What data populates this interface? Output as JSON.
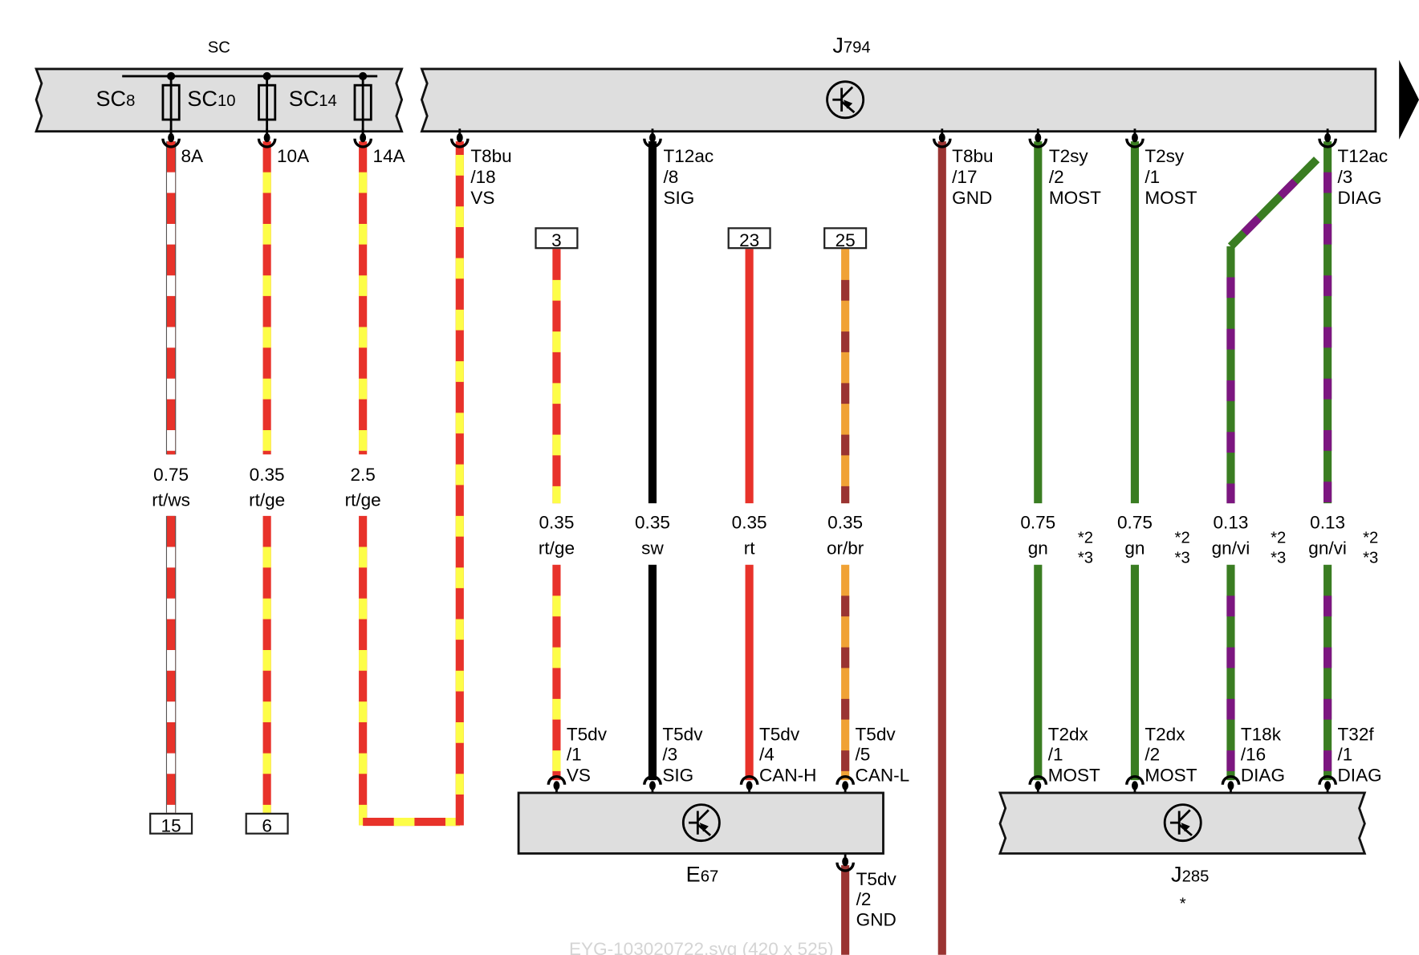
{
  "colors": {
    "rt": "#e8322a",
    "ge": "#fdfd48",
    "ws": "#ffffff",
    "sw": "#000000",
    "or": "#f0a236",
    "br": "#9a3432",
    "gn": "#3a7d22",
    "vi": "#7c1680",
    "box_fill": "#dedede"
  },
  "components": {
    "sc": {
      "title": "SC",
      "fuses": [
        {
          "prefix": "SC",
          "num": "8",
          "rating": "8A"
        },
        {
          "prefix": "SC",
          "num": "10",
          "rating": "10A"
        },
        {
          "prefix": "SC",
          "num": "14",
          "rating": "14A"
        }
      ]
    },
    "j794": {
      "prefix": "J",
      "num": "794"
    },
    "e67": {
      "prefix": "E",
      "num": "67"
    },
    "j285": {
      "prefix": "J",
      "num": "285",
      "note": "*"
    }
  },
  "wires": [
    {
      "id": "w1",
      "size": "0.75",
      "color": "rt/ws",
      "bottom_ref": "15"
    },
    {
      "id": "w2",
      "size": "0.35",
      "color": "rt/ge",
      "bottom_ref": "6"
    },
    {
      "id": "w3",
      "size": "2.5",
      "color": "rt/ge"
    },
    {
      "id": "w4",
      "top_pin": [
        "T8bu",
        "/18",
        "VS"
      ]
    },
    {
      "id": "w5",
      "size": "0.35",
      "color": "rt/ge",
      "top_ref": "3",
      "bottom_pin": [
        "T5dv",
        "/1",
        "VS"
      ]
    },
    {
      "id": "w6",
      "size": "0.35",
      "color": "sw",
      "top_pin": [
        "T12ac",
        "/8",
        "SIG"
      ],
      "bottom_pin": [
        "T5dv",
        "/3",
        "SIG"
      ]
    },
    {
      "id": "w7",
      "size": "0.35",
      "color": "rt",
      "top_ref": "23",
      "bottom_pin": [
        "T5dv",
        "/4",
        "CAN-H"
      ]
    },
    {
      "id": "w8",
      "size": "0.35",
      "color": "or/br",
      "top_ref": "25",
      "bottom_pin": [
        "T5dv",
        "/5",
        "CAN-L"
      ]
    },
    {
      "id": "w9",
      "top_pin": [
        "T8bu",
        "/17",
        "GND"
      ]
    },
    {
      "id": "w10",
      "size": "0.75",
      "color": "gn",
      "notes": [
        "*2",
        "*3"
      ],
      "top_pin": [
        "T2sy",
        "/2",
        "MOST"
      ],
      "bottom_pin": [
        "T2dx",
        "/1",
        "MOST"
      ]
    },
    {
      "id": "w11",
      "size": "0.75",
      "color": "gn",
      "notes": [
        "*2",
        "*3"
      ],
      "top_pin": [
        "T2sy",
        "/1",
        "MOST"
      ],
      "bottom_pin": [
        "T2dx",
        "/2",
        "MOST"
      ]
    },
    {
      "id": "w12",
      "size": "0.13",
      "color": "gn/vi",
      "notes": [
        "*2",
        "*3"
      ],
      "bottom_pin": [
        "T18k",
        "/16",
        "DIAG"
      ]
    },
    {
      "id": "w13",
      "size": "0.13",
      "color": "gn/vi",
      "notes": [
        "*2",
        "*3"
      ],
      "top_pin": [
        "T12ac",
        "/3",
        "DIAG"
      ],
      "bottom_pin": [
        "T32f",
        "/1",
        "DIAG"
      ]
    },
    {
      "id": "w14",
      "bottom_pin": [
        "T5dv",
        "/2",
        "GND"
      ]
    }
  ],
  "watermark": "EYG-103020722.svg (420 x 525)"
}
